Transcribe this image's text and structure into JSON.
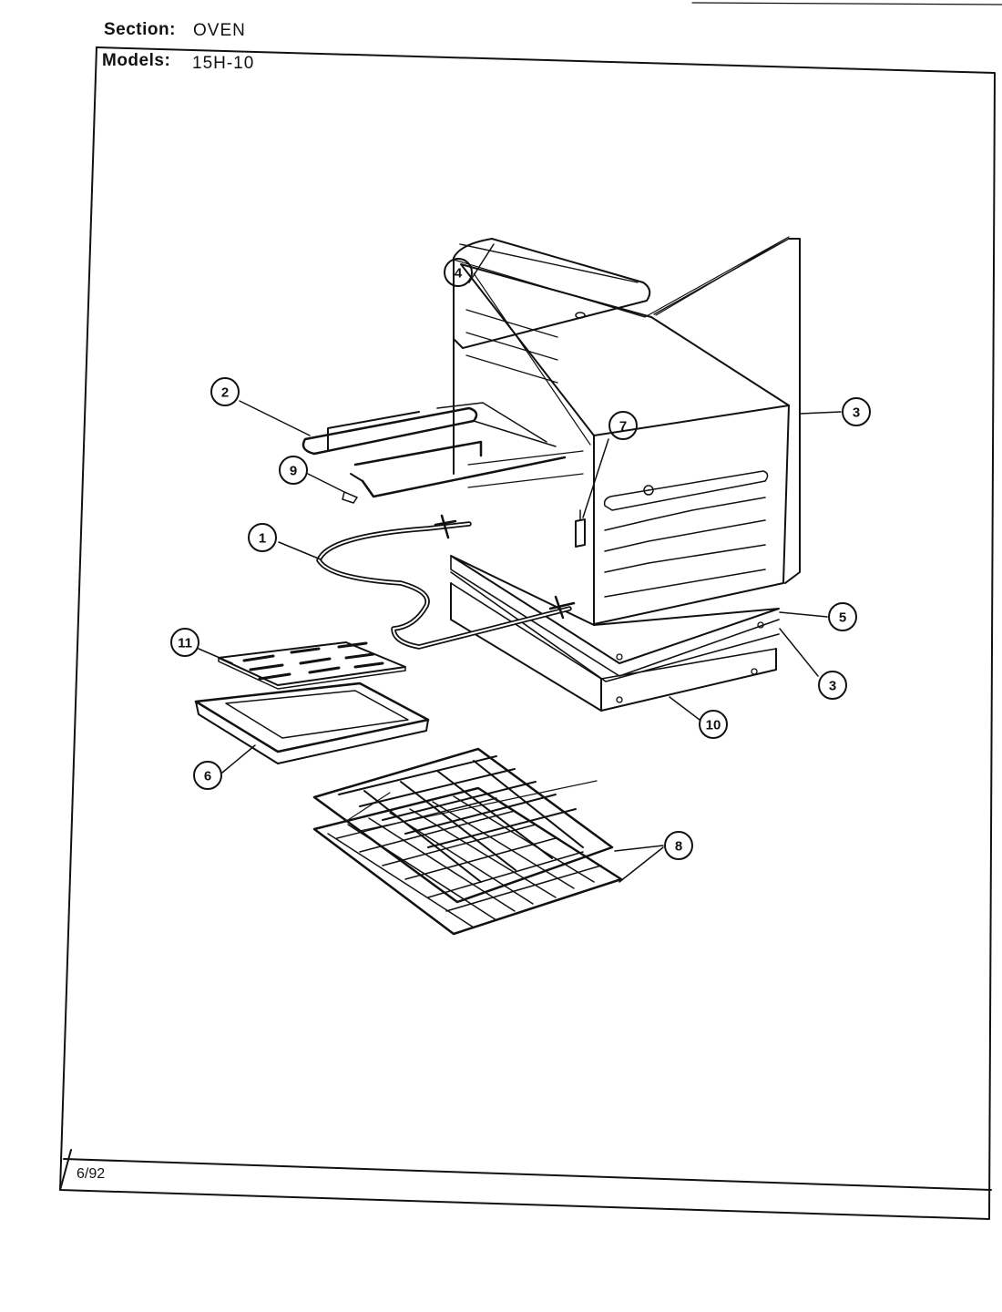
{
  "header": {
    "section_label": "Section:",
    "section_value": "OVEN",
    "models_label": "Models:",
    "models_value": "15H-10"
  },
  "footer": {
    "date": "6/92"
  },
  "callouts": {
    "c1": "1",
    "c2": "2",
    "c3a": "3",
    "c3b": "3",
    "c4": "4",
    "c5": "5",
    "c6": "6",
    "c7": "7",
    "c8": "8",
    "c9": "9",
    "c10": "10",
    "c11": "11"
  },
  "colors": {
    "line": "#111111",
    "paper": "#ffffff"
  }
}
